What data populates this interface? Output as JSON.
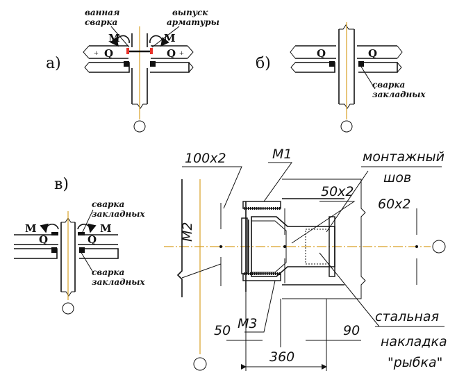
{
  "labels": {
    "a": "а)",
    "b": "б)",
    "v": "в)",
    "vannaya1": "ванная",
    "vannaya2": "сварка",
    "vypusk1": "выпуск",
    "vypusk2": "арматуры",
    "svarka_b1": "сварка",
    "svarka_b2": "закладных",
    "svarka_v1_1": "сварка",
    "svarka_v1_2": "закладных",
    "svarka_v2_1": "сварка",
    "svarka_v2_2": "закладных",
    "M": "M",
    "Q": "Q"
  },
  "detail": {
    "dim_100x2": "100x2",
    "M1": "M1",
    "M2": "M2",
    "M3": "M3",
    "montazh1": "монтажный",
    "montazh2": "шов",
    "dim_50x2": "50x2",
    "dim_60x2": "60x2",
    "stal1": "стальная",
    "stal2": "накладка",
    "stal3": "\"рыбка\"",
    "dim_50": "50",
    "dim_90": "90",
    "dim_360": "360"
  },
  "colors": {
    "axis": "#d9a126",
    "weld": "#e8322a",
    "ink": "#111111"
  }
}
